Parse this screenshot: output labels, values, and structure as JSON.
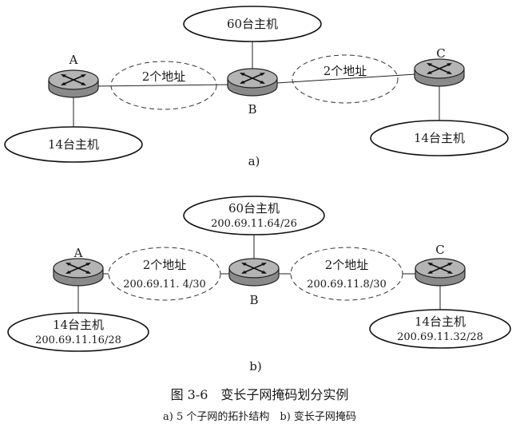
{
  "diagram_a": {
    "router_a": "A",
    "router_b": "B",
    "router_c": "C",
    "host_b": "60台主机",
    "host_a": "14台主机",
    "host_c": "14台主机",
    "link_ab": "2个地址",
    "link_bc": "2个地址",
    "label": "a)"
  },
  "diagram_b": {
    "router_a": "A",
    "router_b": "B",
    "router_c": "C",
    "host_b": "60台主机",
    "host_b_net": "200.69.11.64/26",
    "host_a": "14台主机",
    "host_a_net": "200.69.11.16/28",
    "host_c": "14台主机",
    "host_c_net": "200.69.11.32/28",
    "link_ab": "2个地址",
    "link_ab_net": "200.69.11. 4/30",
    "link_bc": "2个地址",
    "link_bc_net": "200.69.11.8/30",
    "label": "b)"
  },
  "caption": {
    "title": "图 3-6　变长子网掩码划分实例",
    "subtitle": "a) 5 个子网的拓扑结构　b) 变长子网掩码"
  }
}
